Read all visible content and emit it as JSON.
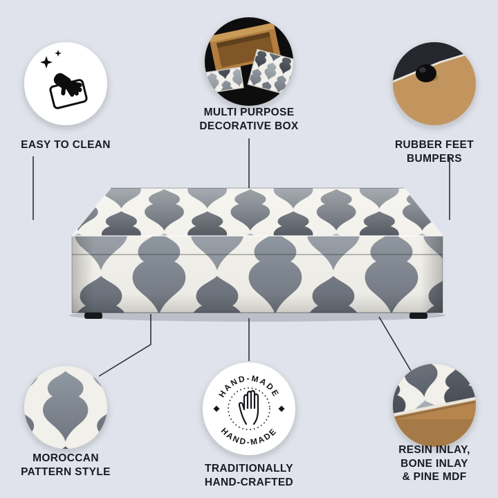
{
  "page": {
    "background": "#e0e3eb"
  },
  "callouts": {
    "easy_clean": {
      "label": "EASY TO CLEAN"
    },
    "multi_purpose": {
      "label": "MULTI PURPOSE\nDECORATIVE BOX"
    },
    "rubber_feet": {
      "label": "RUBBER FEET\nBUMPERS"
    },
    "moroccan": {
      "label": "MOROCCAN\nPATTERN STYLE"
    },
    "handmade": {
      "label": "TRADITIONALLY\nHAND-CRAFTED",
      "stamp_top": "HAND-MADE",
      "stamp_bottom": "HAND-MADE"
    },
    "resin": {
      "label": "RESIN INLAY,\nBONE INLAY\n& PINE MDF"
    }
  },
  "colors": {
    "background": "#e0e3eb",
    "label_text": "#161a23",
    "connector_line": "#2a2e37",
    "stamp_ink": "#14161a",
    "pattern_greys": [
      "#9098a1",
      "#aab0b7",
      "#757b84",
      "#5a5f68"
    ],
    "inlay_white": "#f2f0ea",
    "wood_tan": "#b5854d",
    "foot_black": "#17181c"
  }
}
